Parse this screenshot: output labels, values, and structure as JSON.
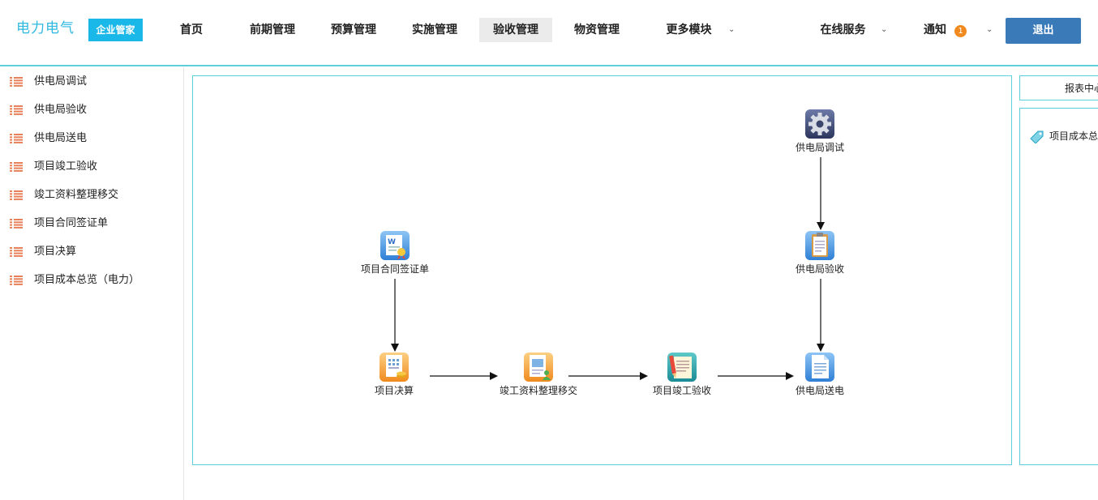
{
  "header": {
    "brand": "电力电气",
    "brand_badge": "企业管家",
    "nav": [
      "首页",
      "前期管理",
      "预算管理",
      "实施管理",
      "验收管理",
      "物资管理",
      "更多模块"
    ],
    "active_nav": "验收管理",
    "online_service": "在线服务",
    "notice": "通知",
    "notice_count": "1",
    "logout": "退出"
  },
  "sidebar": {
    "items": [
      "供电局调试",
      "供电局验收",
      "供电局送电",
      "项目竣工验收",
      "竣工资料整理移交",
      "项目合同签证单",
      "项目决算",
      "项目成本总览（电力）"
    ]
  },
  "flow": {
    "nodes": {
      "contract": "项目合同签证单",
      "settlement": "项目决算",
      "handover": "竣工资料整理移交",
      "completion": "项目竣工验收",
      "debug": "供电局调试",
      "acceptance": "供电局验收",
      "power": "供电局送电"
    }
  },
  "right": {
    "title": "报表中心",
    "item": "项目成本总览"
  },
  "colors": {
    "accent": "#5fcfd9",
    "brand": "#2fb8e0",
    "badge": "#19b8e8",
    "logout": "#3a7ab8",
    "notice_badge": "#f08a1e",
    "list_icon": "#e8805a"
  }
}
